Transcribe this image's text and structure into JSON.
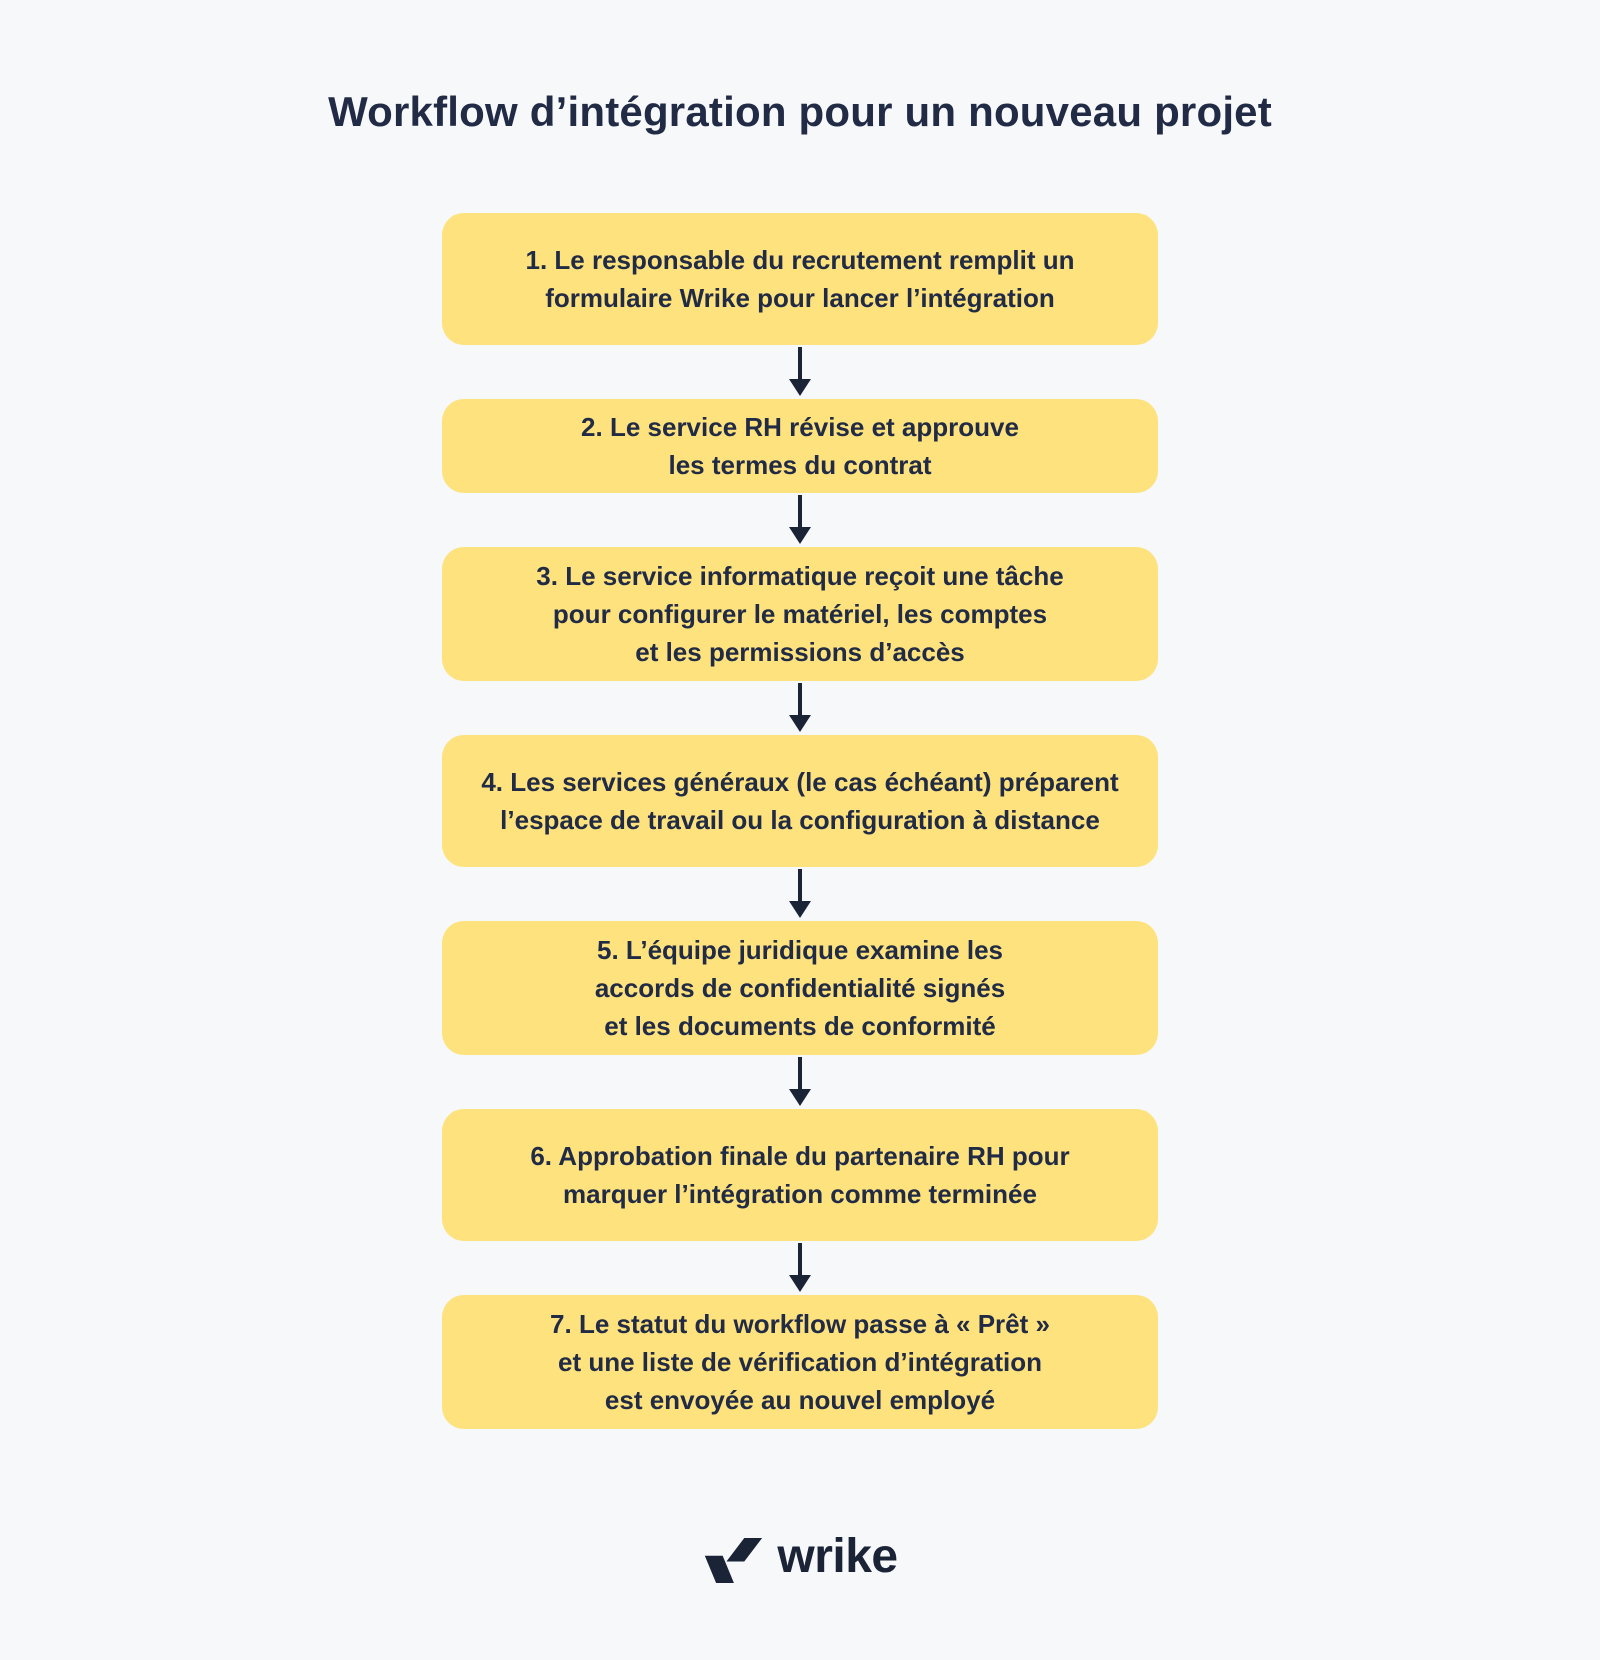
{
  "title": "Workflow d’intégration pour un nouveau projet",
  "steps": [
    {
      "text": "1. Le responsable du recrutement remplit un\nformulaire Wrike pour lancer l’intégration"
    },
    {
      "text": "2. Le service RH révise et approuve\nles termes du contrat"
    },
    {
      "text": "3. Le service informatique reçoit une tâche\npour configurer le matériel, les comptes\net les permissions d’accès"
    },
    {
      "text": "4. Les services généraux (le cas échéant) préparent\nl’espace de travail ou la configuration à distance"
    },
    {
      "text": "5. L’équipe juridique examine les\naccords de confidentialité signés\net les documents de conformité"
    },
    {
      "text": "6. Approbation finale du partenaire RH pour\nmarquer l’intégration comme terminée"
    },
    {
      "text": "7. Le statut du workflow passe à « Prêt »\net une liste de vérification d’intégration\nest envoyée au nouvel employé"
    }
  ],
  "footer": {
    "brand": "wrike"
  },
  "colors": {
    "background": "#F6F8FA",
    "box_yellow": "#FDE27D",
    "text_navy": "#212B45",
    "arrow_navy": "#1B2436"
  }
}
